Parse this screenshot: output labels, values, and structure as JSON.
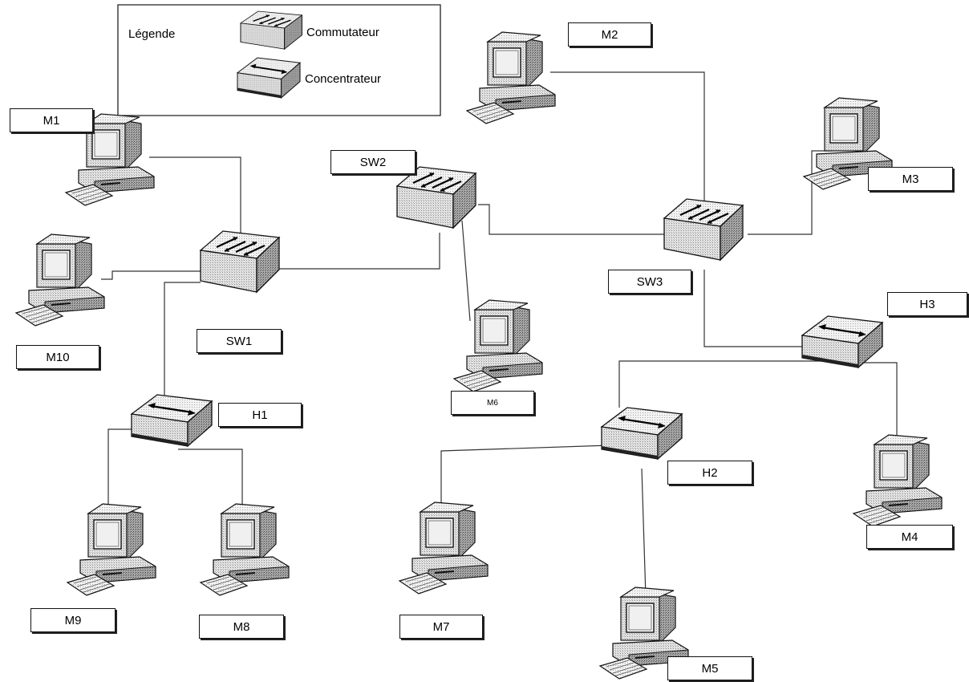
{
  "legend": {
    "title": "Légende",
    "switch_label": "Commutateur",
    "hub_label": "Concentrateur"
  },
  "switches": [
    {
      "id": "SW1",
      "label": "SW1"
    },
    {
      "id": "SW2",
      "label": "SW2"
    },
    {
      "id": "SW3",
      "label": "SW3"
    }
  ],
  "hubs": [
    {
      "id": "H1",
      "label": "H1"
    },
    {
      "id": "H2",
      "label": "H2"
    },
    {
      "id": "H3",
      "label": "H3"
    }
  ],
  "machines": [
    {
      "id": "M1",
      "label": "M1"
    },
    {
      "id": "M2",
      "label": "M2"
    },
    {
      "id": "M3",
      "label": "M3"
    },
    {
      "id": "M4",
      "label": "M4"
    },
    {
      "id": "M5",
      "label": "M5"
    },
    {
      "id": "M6",
      "label": "M6"
    },
    {
      "id": "M7",
      "label": "M7"
    },
    {
      "id": "M8",
      "label": "M8"
    },
    {
      "id": "M9",
      "label": "M9"
    },
    {
      "id": "M10",
      "label": "M10"
    }
  ],
  "links": [
    [
      "M1",
      "SW1"
    ],
    [
      "M10",
      "SW1"
    ],
    [
      "SW1",
      "SW2"
    ],
    [
      "SW1",
      "H1"
    ],
    [
      "H1",
      "M9"
    ],
    [
      "H1",
      "M8"
    ],
    [
      "SW2",
      "M6"
    ],
    [
      "SW2",
      "SW3"
    ],
    [
      "M2",
      "SW3"
    ],
    [
      "M3",
      "SW3"
    ],
    [
      "SW3",
      "H3"
    ],
    [
      "H3",
      "H2"
    ],
    [
      "H3",
      "M4"
    ],
    [
      "H2",
      "M7"
    ],
    [
      "H2",
      "M5"
    ]
  ]
}
